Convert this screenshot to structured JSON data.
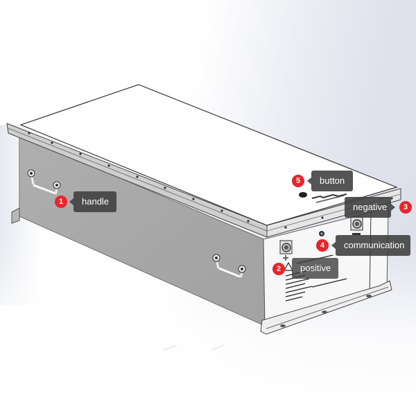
{
  "diagram": {
    "subject": "battery pack enclosure (isometric CAD view)",
    "colors": {
      "badge": "#e8242b",
      "callout_bg": "#3e3e3e",
      "callout_text": "#ffffff",
      "side_panel": "#a7a7a7",
      "lid": "#fefefe",
      "front_panel": "#f7f7f7"
    },
    "callouts": [
      {
        "number": "1",
        "label": "handle"
      },
      {
        "number": "2",
        "label": "positive"
      },
      {
        "number": "3",
        "label": "negative"
      },
      {
        "number": "4",
        "label": "communication"
      },
      {
        "number": "5",
        "label": "button"
      }
    ]
  }
}
